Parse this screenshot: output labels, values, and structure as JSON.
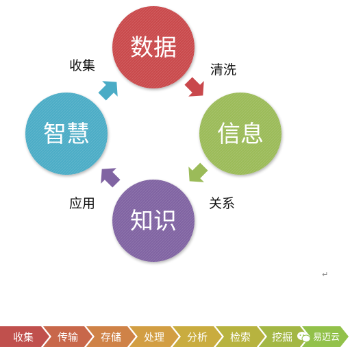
{
  "cycle": {
    "nodes": [
      {
        "label": "数据",
        "color": "#c9484c"
      },
      {
        "label": "信息",
        "color": "#9bbb59"
      },
      {
        "label": "知识",
        "color": "#8064a2"
      },
      {
        "label": "智慧",
        "color": "#4bacc6"
      }
    ],
    "edges": [
      {
        "label": "清洗",
        "color": "#c9484c"
      },
      {
        "label": "关系",
        "color": "#9bbb59"
      },
      {
        "label": "应用",
        "color": "#8064a2"
      },
      {
        "label": "收集",
        "color": "#4bacc6"
      }
    ]
  },
  "return_mark": "↵",
  "process": {
    "steps": [
      {
        "label": "收集",
        "color": "#c0504d"
      },
      {
        "label": "传输",
        "color": "#c8674a"
      },
      {
        "label": "存储",
        "color": "#cf8247"
      },
      {
        "label": "处理",
        "color": "#d29e43"
      },
      {
        "label": "分析",
        "color": "#c9ac3f"
      },
      {
        "label": "检索",
        "color": "#b7b33f"
      },
      {
        "label": "挖掘",
        "color": "#a3b744"
      }
    ],
    "end_color": "#92c14a"
  },
  "watermark": {
    "text": "易迈云",
    "icon": "wechat-icon"
  }
}
